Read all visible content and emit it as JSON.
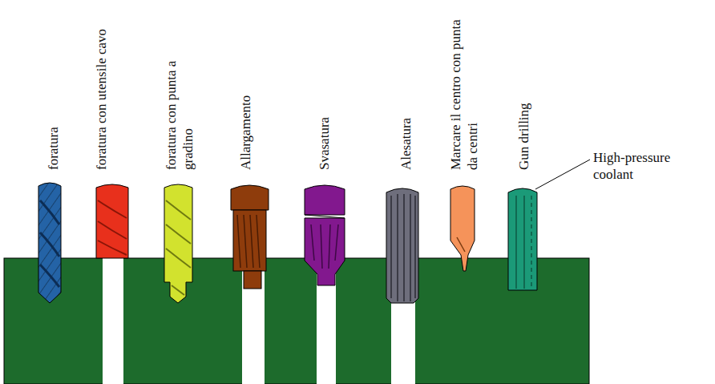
{
  "diagram": {
    "labels": [
      "foratura",
      "foratura con utensile cavo",
      "foratura con punta a gradino",
      "Allargamento",
      "Svasatura",
      "Alesatura",
      "Marcare il centro con punta da centri",
      "Gun drilling",
      "High-pressure coolant"
    ]
  }
}
